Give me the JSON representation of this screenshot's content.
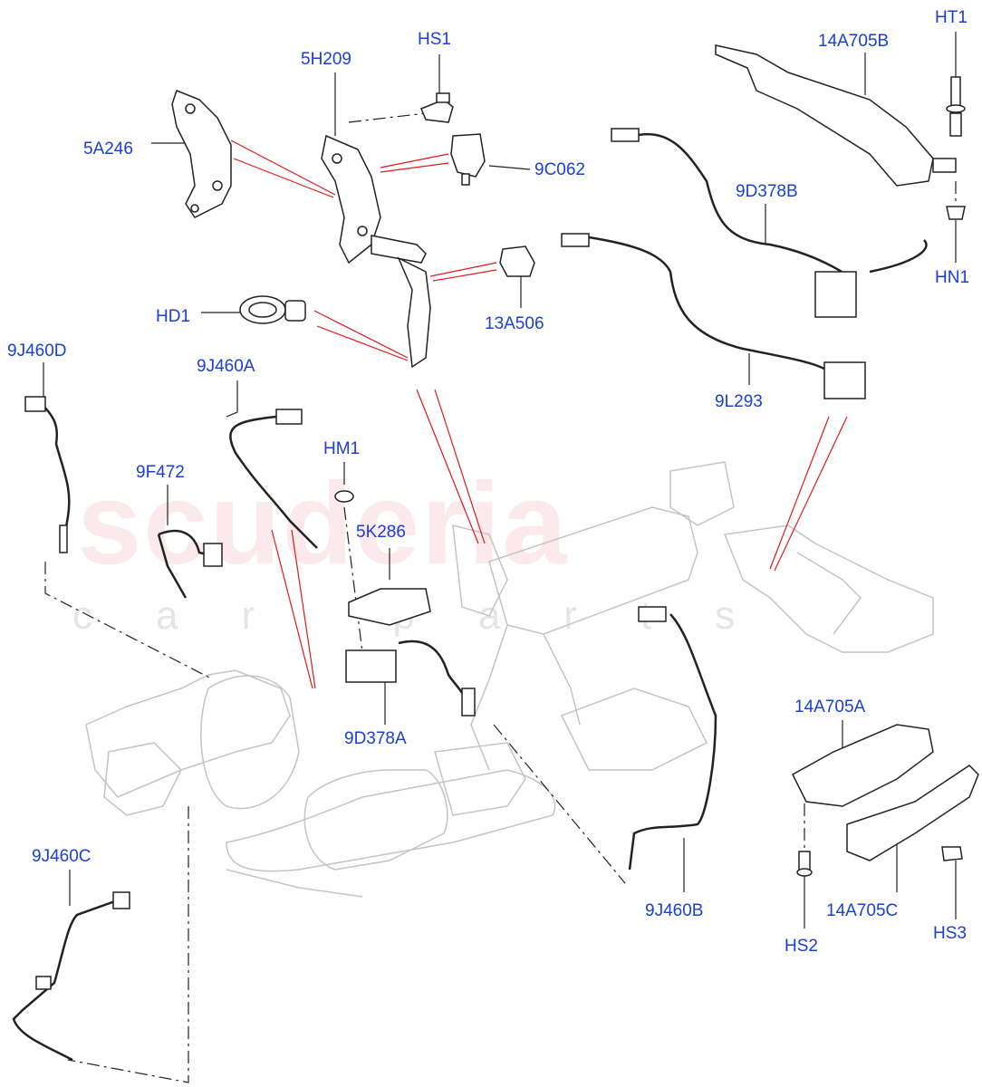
{
  "watermark": {
    "brand": "scuderia",
    "sub": "car parts"
  },
  "colors": {
    "label": "#1a3fd6",
    "callout_red": "#e01a1a",
    "line": "#222222",
    "ghost": "#c8c8c8"
  },
  "labels": {
    "hs1": "HS1",
    "ht1": "HT1",
    "p5h209": "5H209",
    "p14a705b": "14A705B",
    "p5a246": "5A246",
    "p9c062": "9C062",
    "p9d378b": "9D378B",
    "hn1": "HN1",
    "hd1": "HD1",
    "p13a506": "13A506",
    "p9j460d": "9J460D",
    "p9j460a": "9J460A",
    "p9l293": "9L293",
    "hm1": "HM1",
    "p9f472": "9F472",
    "p5k286": "5K286",
    "p9d378a": "9D378A",
    "p14a705a": "14A705A",
    "p9j460c": "9J460C",
    "p9j460b": "9J460B",
    "p14a705c": "14A705C",
    "hs2": "HS2",
    "hs3": "HS3"
  }
}
